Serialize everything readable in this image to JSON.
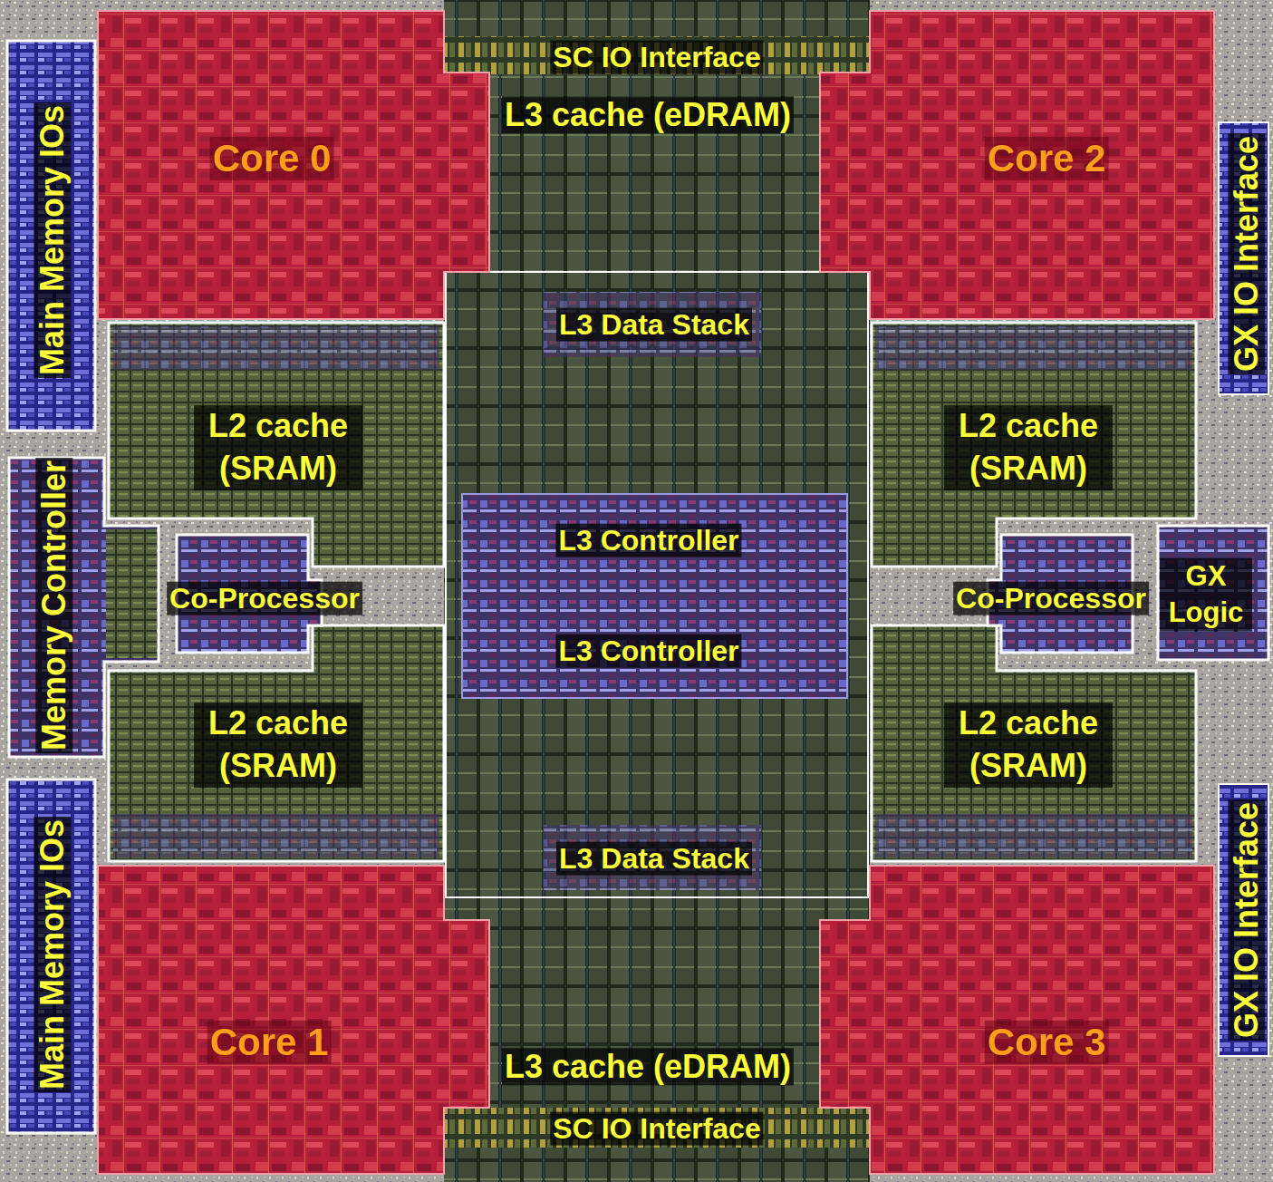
{
  "diagram": {
    "nodes": [
      {
        "text": [
          "Main Memory IOs"
        ]
      },
      {
        "text": [
          "Core 0"
        ]
      },
      {
        "text": [
          "SC IO Interface"
        ]
      },
      {
        "text": [
          "L3 cache (eDRAM)"
        ]
      },
      {
        "text": [
          "Core 2"
        ]
      },
      {
        "text": [
          "GX IO Interface"
        ]
      },
      {
        "text": [
          "L3 Data Stack"
        ]
      },
      {
        "text": [
          "L2 cache (SRAM)"
        ]
      },
      {
        "text": [
          "L2 cache (SRAM)"
        ]
      },
      {
        "text": [
          "Memory Controller"
        ]
      },
      {
        "text": [
          "L3 Controller"
        ]
      },
      {
        "text": [
          "Co-Processor"
        ]
      },
      {
        "text": [
          "Co-Processor"
        ]
      },
      {
        "text": [
          "GX Logic"
        ]
      },
      {
        "text": [
          "L3 Controller"
        ]
      },
      {
        "text": [
          "L2 cache (SRAM)"
        ]
      },
      {
        "text": [
          "L2 cache (SRAM)"
        ]
      },
      {
        "text": [
          "Main Memory IOs"
        ]
      },
      {
        "text": [
          "L3 Data Stack"
        ]
      },
      {
        "text": [
          "GX IO Interface"
        ]
      },
      {
        "text": [
          "Core 1"
        ]
      },
      {
        "text": [
          "L3 cache (eDRAM)"
        ]
      },
      {
        "text": [
          "Core 3"
        ]
      },
      {
        "text": [
          "SC IO Interface"
        ]
      }
    ]
  }
}
